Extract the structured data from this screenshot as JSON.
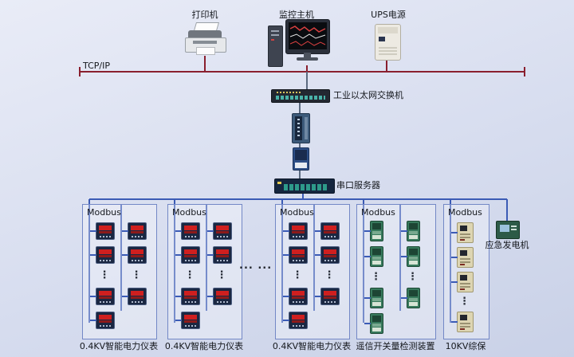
{
  "colors": {
    "bus_blue": "#3b5bb5",
    "tcp_red": "#8a1f2e",
    "background": "#d7ddef"
  },
  "top_row": {
    "printer_label": "打印机",
    "host_label": "监控主机",
    "ups_label": "UPS电源"
  },
  "tcpip_label": "TCP/IP",
  "switch_label": "工业以太网交换机",
  "serial_server_label": "串口服务器",
  "ellipsis": "... ...",
  "generator_label": "应急发电机",
  "groups": [
    {
      "bus": "Modbus",
      "label": "0.4KV智能电力仪表",
      "type": "meter",
      "cols": [
        [
          "d",
          "d",
          "dots",
          "d",
          "d"
        ],
        [
          "d",
          "d",
          "dots",
          "d"
        ]
      ]
    },
    {
      "bus": "Modbus",
      "label": "0.4KV智能电力仪表",
      "type": "meter",
      "cols": [
        [
          "d",
          "d",
          "dots",
          "d",
          "d"
        ],
        [
          "d",
          "d",
          "dots",
          "d"
        ]
      ]
    },
    {
      "bus": "Modbus",
      "label": "0.4KV智能电力仪表",
      "type": "meter",
      "cols": [
        [
          "d",
          "d",
          "dots",
          "d",
          "d"
        ],
        [
          "d",
          "d",
          "dots",
          "d"
        ]
      ]
    },
    {
      "bus": "Modbus",
      "label": "遥信开关量检测装置",
      "type": "io",
      "cols": [
        [
          "d",
          "d",
          "dots",
          "d",
          "d"
        ],
        [
          "d",
          "d",
          "dots",
          "d"
        ]
      ]
    },
    {
      "bus": "Modbus",
      "label": "10KV综保",
      "type": "prot",
      "cols": [
        [
          "d",
          "d",
          "d",
          "dots",
          "d"
        ]
      ]
    }
  ]
}
